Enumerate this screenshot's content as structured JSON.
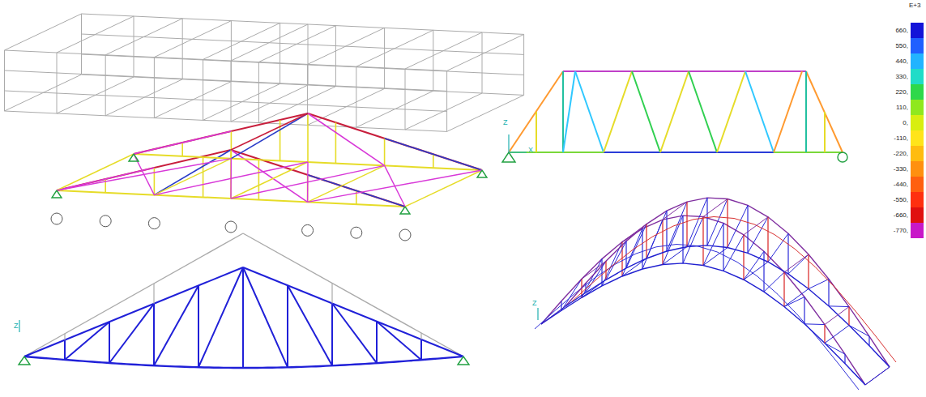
{
  "diagram": {
    "labels": [
      "E+3",
      "Z",
      "X",
      "Z",
      "Z"
    ],
    "legend": [
      {
        "text": "660,",
        "color": "#1414d8"
      },
      {
        "text": "550,",
        "color": "#2060ff"
      },
      {
        "text": "440,",
        "color": "#22b4ff"
      },
      {
        "text": "330,",
        "color": "#20dcc8"
      },
      {
        "text": "220,",
        "color": "#2ed84a"
      },
      {
        "text": "110,",
        "color": "#8fe81e"
      },
      {
        "text": "0,",
        "color": "#d8ee10"
      },
      {
        "text": "-110,",
        "color": "#ffe41a"
      },
      {
        "text": "-220,",
        "color": "#ffbc10"
      },
      {
        "text": "-330,",
        "color": "#ff9010"
      },
      {
        "text": "-440,",
        "color": "#ff6010"
      },
      {
        "text": "-550,",
        "color": "#ff3010"
      },
      {
        "text": "-660,",
        "color": "#e01010"
      },
      {
        "text": "-770,",
        "color": "#c818c8"
      }
    ]
  }
}
